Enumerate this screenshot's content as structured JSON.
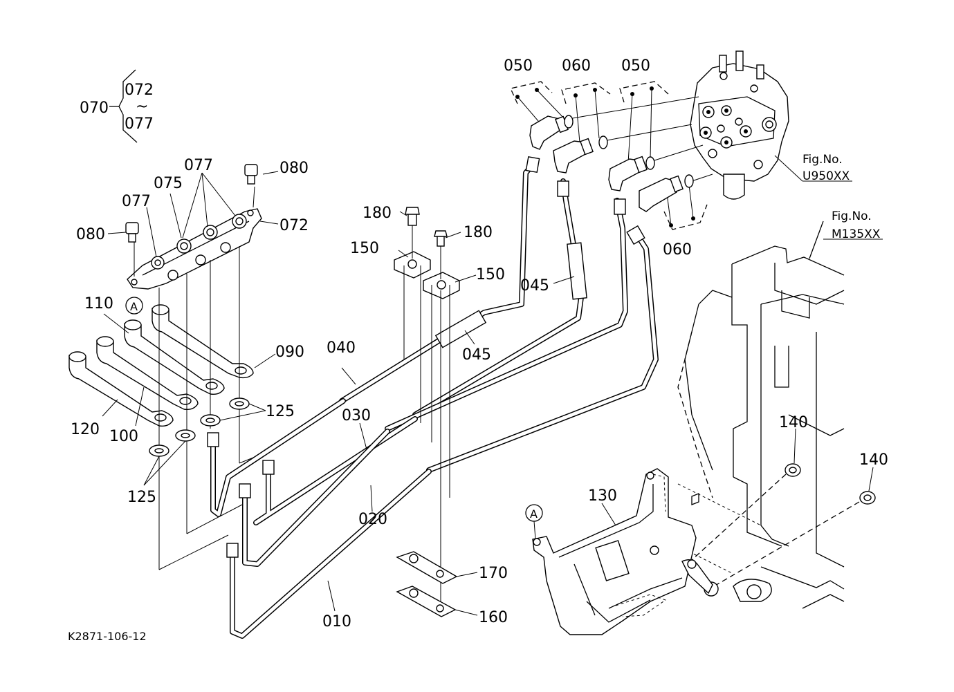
{
  "diagram": {
    "code": "K2871-106-12",
    "figure_refs": [
      {
        "line1": "Fig.No.",
        "line2": "U950XX"
      },
      {
        "line1": "Fig.No.",
        "line2": "M135XX"
      }
    ],
    "group": {
      "parent": "070",
      "first": "072",
      "tilde": "~",
      "last": "077"
    },
    "callouts": {
      "p050a": "050",
      "p060a": "060",
      "p050b": "050",
      "p060b": "060",
      "p077a": "077",
      "p075": "075",
      "p077b": "077",
      "p080a": "080",
      "p080b": "080",
      "p072": "072",
      "p180a": "180",
      "p180b": "180",
      "p150a": "150",
      "p150b": "150",
      "p045a": "045",
      "p045b": "045",
      "p110": "110",
      "p090": "090",
      "p040": "040",
      "p030": "030",
      "p125a": "125",
      "p125b": "125",
      "p120": "120",
      "p100": "100",
      "p020": "020",
      "p010": "010",
      "p140a": "140",
      "p140b": "140",
      "p130": "130",
      "p170": "170",
      "p160": "160",
      "ref_a1": "A",
      "ref_a2": "A"
    }
  }
}
